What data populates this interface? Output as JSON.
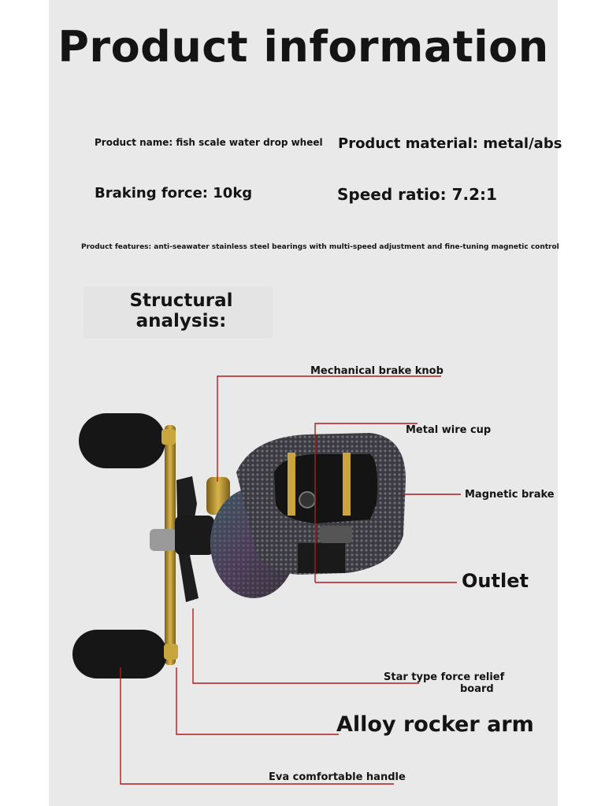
{
  "title": "Product information",
  "info": {
    "name": "Product name: fish scale water drop wheel",
    "material": "Product material: metal/abs",
    "braking": "Braking force: 10kg",
    "speed": "Speed ratio: 7.2:1",
    "features": "Product features: anti-seawater stainless steel bearings with multi-speed adjustment and fine-tuning magnetic control"
  },
  "structure": {
    "heading": "Structural analysis:",
    "labels": {
      "brake_knob": "Mechanical brake knob",
      "wire_cup": "Metal wire cup",
      "magnetic_brake": "Magnetic brake",
      "outlet": "Outlet",
      "star_line1": "Star type force relief",
      "star_line2": "board",
      "rocker_arm": "Alloy rocker arm",
      "handle": "Eva comfortable handle"
    }
  },
  "colors": {
    "leader_line": "#b01c1c",
    "panel_bg": "#e9e9e9",
    "reel_body": "#2a2a2e",
    "gold": "#b8952e"
  }
}
